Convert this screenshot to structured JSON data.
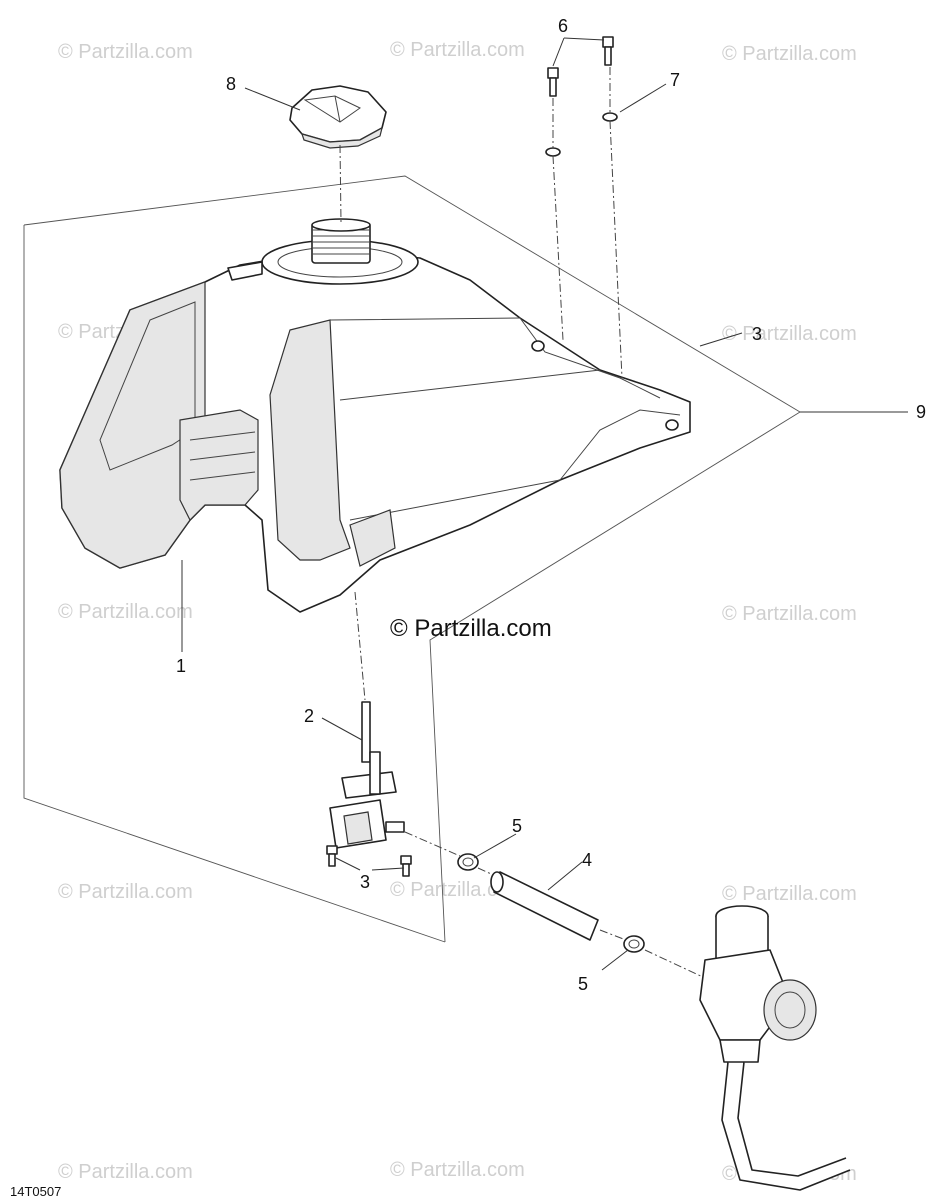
{
  "diagram": {
    "figure_code": "14T0507",
    "copyright": "© Partzilla.com",
    "watermark": "© Partzilla.com",
    "callouts": [
      {
        "id": "callout-1",
        "label": "1"
      },
      {
        "id": "callout-2",
        "label": "2"
      },
      {
        "id": "callout-3a",
        "label": "3"
      },
      {
        "id": "callout-3b",
        "label": "3"
      },
      {
        "id": "callout-4",
        "label": "4"
      },
      {
        "id": "callout-5a",
        "label": "5"
      },
      {
        "id": "callout-5b",
        "label": "5"
      },
      {
        "id": "callout-6",
        "label": "6"
      },
      {
        "id": "callout-7",
        "label": "7"
      },
      {
        "id": "callout-8",
        "label": "8"
      },
      {
        "id": "callout-9",
        "label": "9"
      }
    ]
  }
}
